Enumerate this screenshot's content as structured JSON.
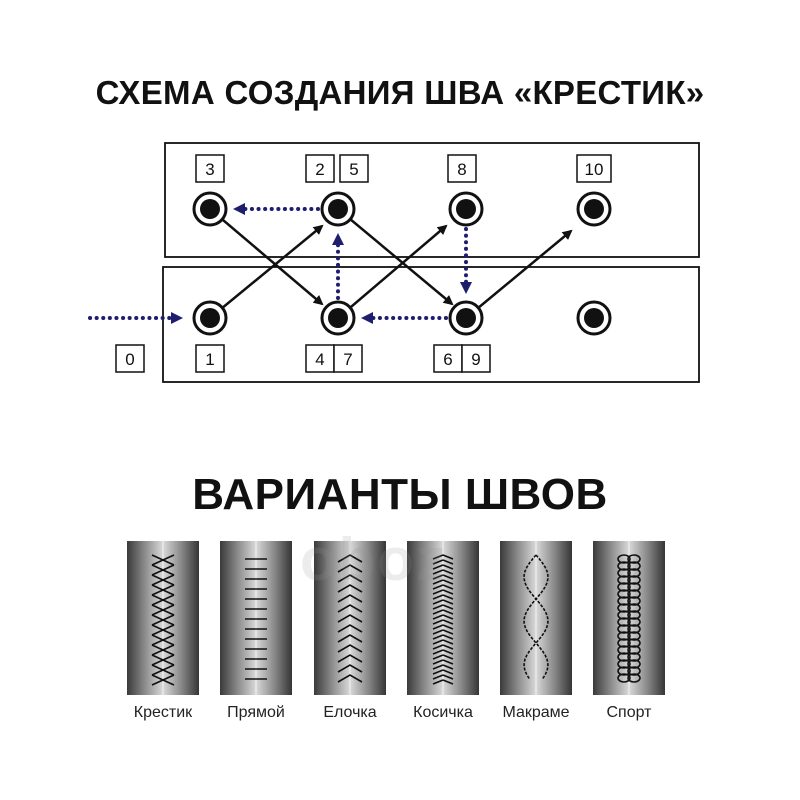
{
  "title_scheme": "СХЕМА СОЗДАНИЯ ШВА «КРЕСТИК»",
  "title_variants": "ВАРИАНТЫ ШВОВ",
  "watermark": "oboz",
  "scheme": {
    "labels": {
      "n0": "0",
      "n1": "1",
      "n3": "3",
      "n2": "2",
      "n5": "5",
      "n8": "8",
      "n10": "10",
      "n4": "4",
      "n7": "7",
      "n6": "6",
      "n9": "9"
    }
  },
  "stitches": [
    {
      "name": "Крестик",
      "pattern": "cross"
    },
    {
      "name": "Прямой",
      "pattern": "straight"
    },
    {
      "name": "Елочка",
      "pattern": "herringbone"
    },
    {
      "name": "Косичка",
      "pattern": "braid"
    },
    {
      "name": "Макраме",
      "pattern": "macrame"
    },
    {
      "name": "Спорт",
      "pattern": "sport"
    }
  ],
  "colors": {
    "arrow_dotted": "#1f1d6e",
    "line": "#111111"
  }
}
